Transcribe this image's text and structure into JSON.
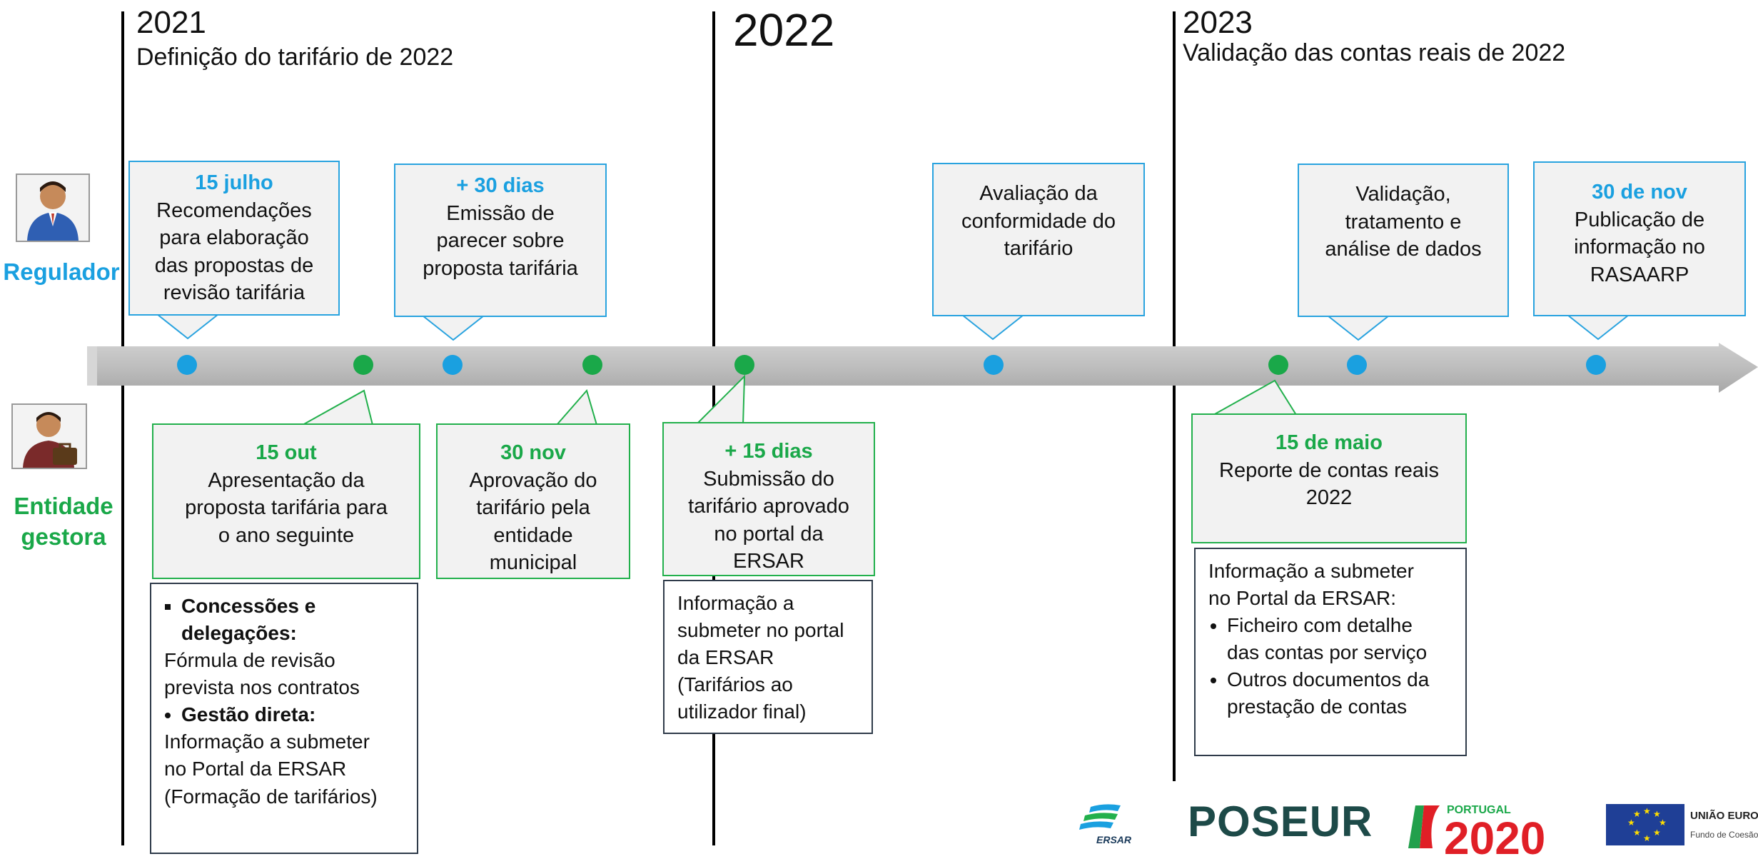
{
  "years": [
    {
      "label": "2021",
      "subtitle": "Definição do tarifário de 2022"
    },
    {
      "label": "2022",
      "subtitle": ""
    },
    {
      "label": "2023",
      "subtitle": "Validação das contas reais de 2022"
    }
  ],
  "actors": {
    "regulador": "Regulador",
    "entidade": "Entidade\ngestora"
  },
  "colors": {
    "regulador": "#1aa0e0",
    "entidade": "#1aa849",
    "arrow": "#bdbdbd"
  },
  "regulador_events": [
    {
      "head": "15 julho",
      "text": "Recomendações\npara elaboração\ndas propostas de\nrevisão tarifária"
    },
    {
      "head": "+ 30 dias",
      "text": "Emissão de\nparecer sobre\nproposta tarifária"
    },
    {
      "head": "",
      "text": "Avaliação da\nconformidade do\ntarifário"
    },
    {
      "head": "",
      "text": "Validação,\ntratamento e\nanálise de dados"
    },
    {
      "head": "30 de nov",
      "text": "Publicação de\ninformação no\nRASAARP"
    }
  ],
  "entidade_events": [
    {
      "head": "15 out",
      "text": "Apresentação da\nproposta tarifária para\no ano seguinte"
    },
    {
      "head": "30 nov",
      "text": "Aprovação do\ntarifário pela\nentidade\nmunicipal"
    },
    {
      "head": "+ 15 dias",
      "text": "Submissão do\ntarifário aprovado\nno portal da\nERSAR"
    },
    {
      "head": "15 de maio",
      "text": "Reporte de contas reais\n2022"
    }
  ],
  "info_boxes": {
    "tarifario": {
      "item1_bold": "Concessões e\ndelegações:",
      "item1_text": " Fórmula de revisão\nprevista nos contratos",
      "item2_bold": "Gestão direta:",
      "item2_text": "Informação a submeter\nno Portal da ERSAR\n(Formação de tarifários)"
    },
    "portal": {
      "text": "Informação a\nsubmeter no portal\nda ERSAR\n(Tarifários ao\nutilizador final)"
    },
    "contas": {
      "intro": "Informação a submeter\nno Portal da ERSAR:",
      "bullets": [
        "Ficheiro com detalhe\ndas contas por serviço",
        "Outros documentos da\nprestação de contas"
      ]
    }
  },
  "logos": {
    "ersar": "ERSAR",
    "poseur": "POSEUR",
    "portugal": "PORTUGAL",
    "portugal_year": "2020",
    "ue": "UNIÃO EUROPEIA",
    "ue_sub": "Fundo de Coesão"
  }
}
